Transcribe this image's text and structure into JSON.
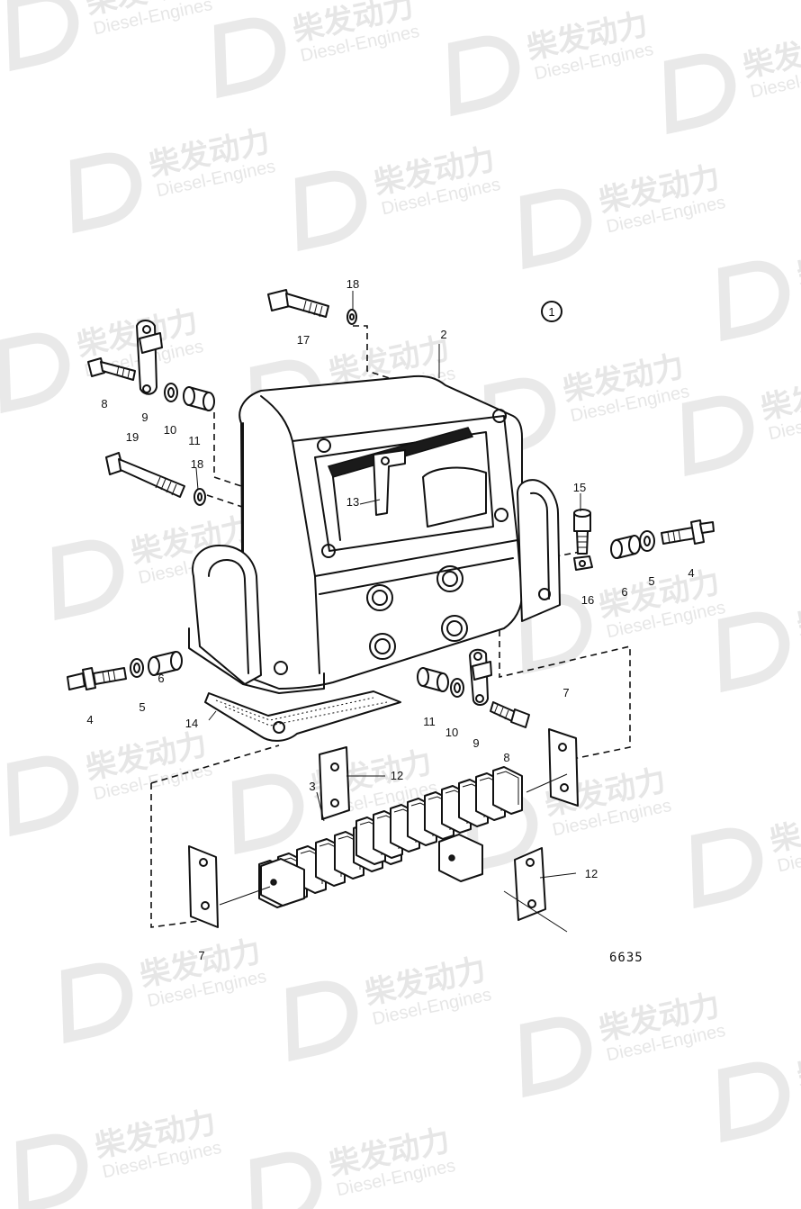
{
  "watermark": {
    "brand": "柴发动力",
    "subtitle": "Diesel-Engines"
  },
  "diagram": {
    "group_callout": "1",
    "figure_number": "6635",
    "part_labels": [
      "2",
      "3",
      "4",
      "4",
      "5",
      "5",
      "6",
      "6",
      "7",
      "7",
      "8",
      "8",
      "9",
      "9",
      "10",
      "10",
      "11",
      "11",
      "12",
      "12",
      "13",
      "14",
      "15",
      "16",
      "17",
      "18",
      "18",
      "19"
    ]
  }
}
